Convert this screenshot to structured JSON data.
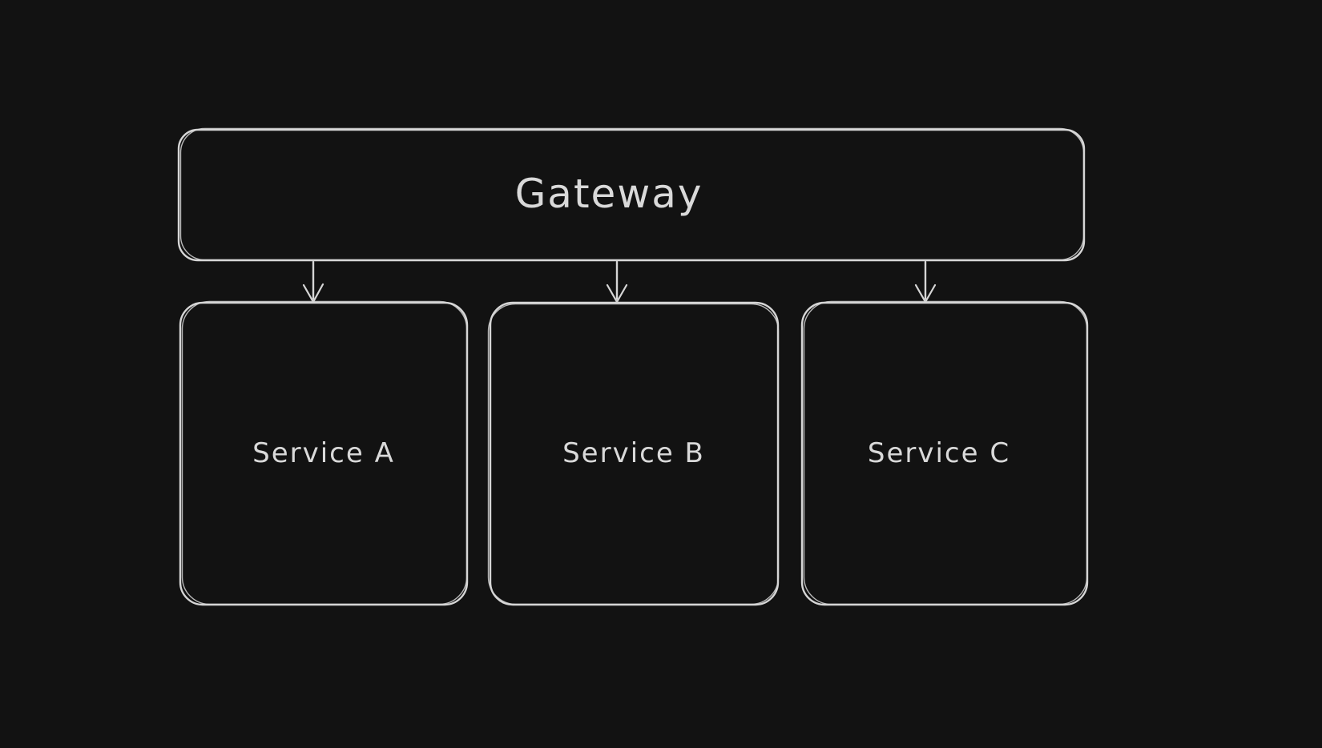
{
  "colors": {
    "background": "#121212",
    "stroke": "#d6d6d6",
    "text": "#d9d9d9"
  },
  "nodes": {
    "gateway": {
      "label": "Gateway"
    },
    "services": [
      {
        "label": "Service A"
      },
      {
        "label": "Service B"
      },
      {
        "label": "Service C"
      }
    ]
  },
  "edges": [
    {
      "from": "Gateway",
      "to": "Service A"
    },
    {
      "from": "Gateway",
      "to": "Service B"
    },
    {
      "from": "Gateway",
      "to": "Service C"
    }
  ]
}
